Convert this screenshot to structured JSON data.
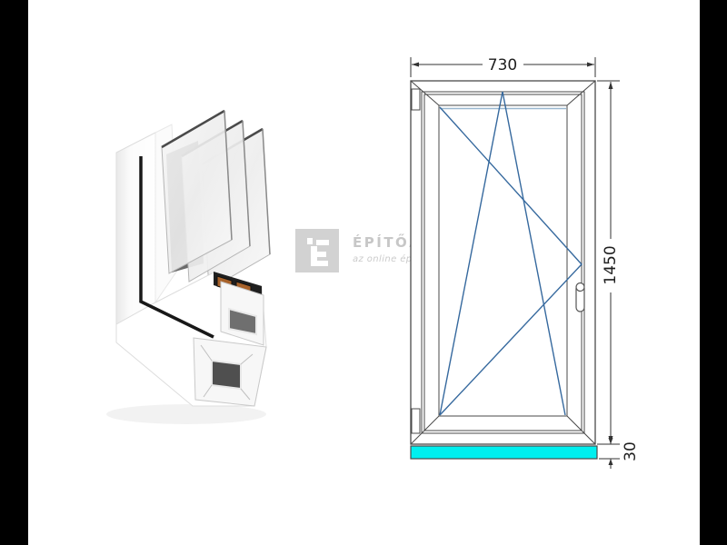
{
  "page": {
    "background_color": "#ffffff",
    "pillarbox_color": "#000000"
  },
  "watermark": {
    "brand": "ÉPÍTŐANYAG.HU",
    "tagline": "az online építőanyag kereskedés",
    "logo_bg_color": "#d2d2d2",
    "logo_glyph": "É",
    "text_color": "#c7c7c7"
  },
  "product_image": {
    "subject": "pvc-window-corner-profile-triple-glazing",
    "frame_color": "#ffffff",
    "gasket_color": "#1a1a1a",
    "spacer_color": "#a8622a",
    "chamber_color": "#555555"
  },
  "drawing": {
    "opening_type": "tilt-and-turn",
    "handle_side": "right",
    "width_label": "730",
    "height_label": "1450",
    "sill_label": "30",
    "line_color": "#4a4a4a",
    "opening_symbol_color": "#36699e",
    "glass_line_color": "#9ab8d0",
    "sill_fill_color": "#00efef"
  }
}
